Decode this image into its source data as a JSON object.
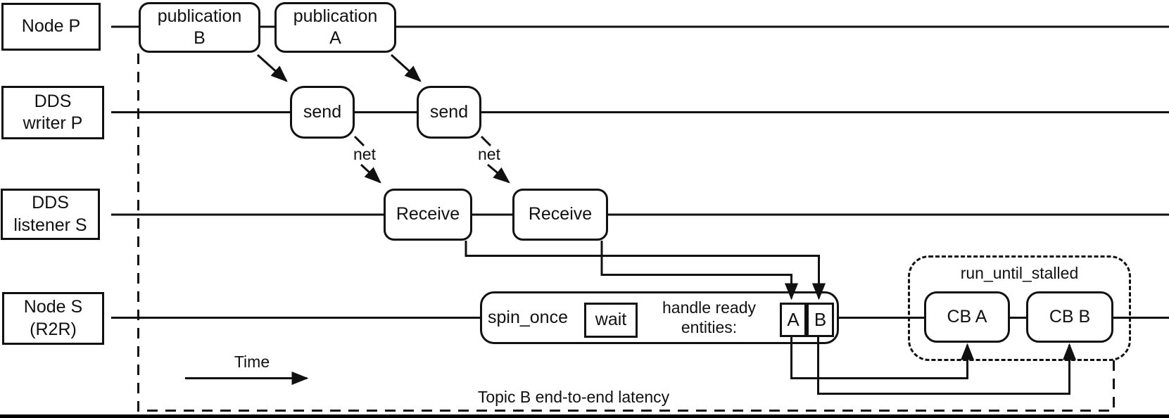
{
  "colors": {
    "stroke": "#111111",
    "background": "#ffffff"
  },
  "lanes": [
    {
      "id": "node-p",
      "lines": [
        "Node P"
      ]
    },
    {
      "id": "dds-writer-p",
      "lines": [
        "DDS",
        "writer P"
      ]
    },
    {
      "id": "dds-listener-s",
      "lines": [
        "DDS",
        "listener S"
      ]
    },
    {
      "id": "node-s-r2r",
      "lines": [
        "Node S",
        "(R2R)"
      ]
    }
  ],
  "events": {
    "publication_b": {
      "lines": [
        "publication",
        "B"
      ]
    },
    "publication_a": {
      "lines": [
        "publication",
        "A"
      ]
    },
    "send_b": "send",
    "send_a": "send",
    "receive_b": "Receive",
    "receive_a": "Receive",
    "spin_once": "spin_once",
    "wait": "wait",
    "handle_ready": {
      "lines": [
        "handle ready",
        "entities:"
      ]
    },
    "entity_a": "A",
    "entity_b": "B",
    "run_until_stalled": "run_until_stalled",
    "cb_a": "CB A",
    "cb_b": "CB B"
  },
  "annotations": {
    "net_b": "net",
    "net_a": "net",
    "time": "Time",
    "latency": "Topic B end-to-end latency"
  }
}
